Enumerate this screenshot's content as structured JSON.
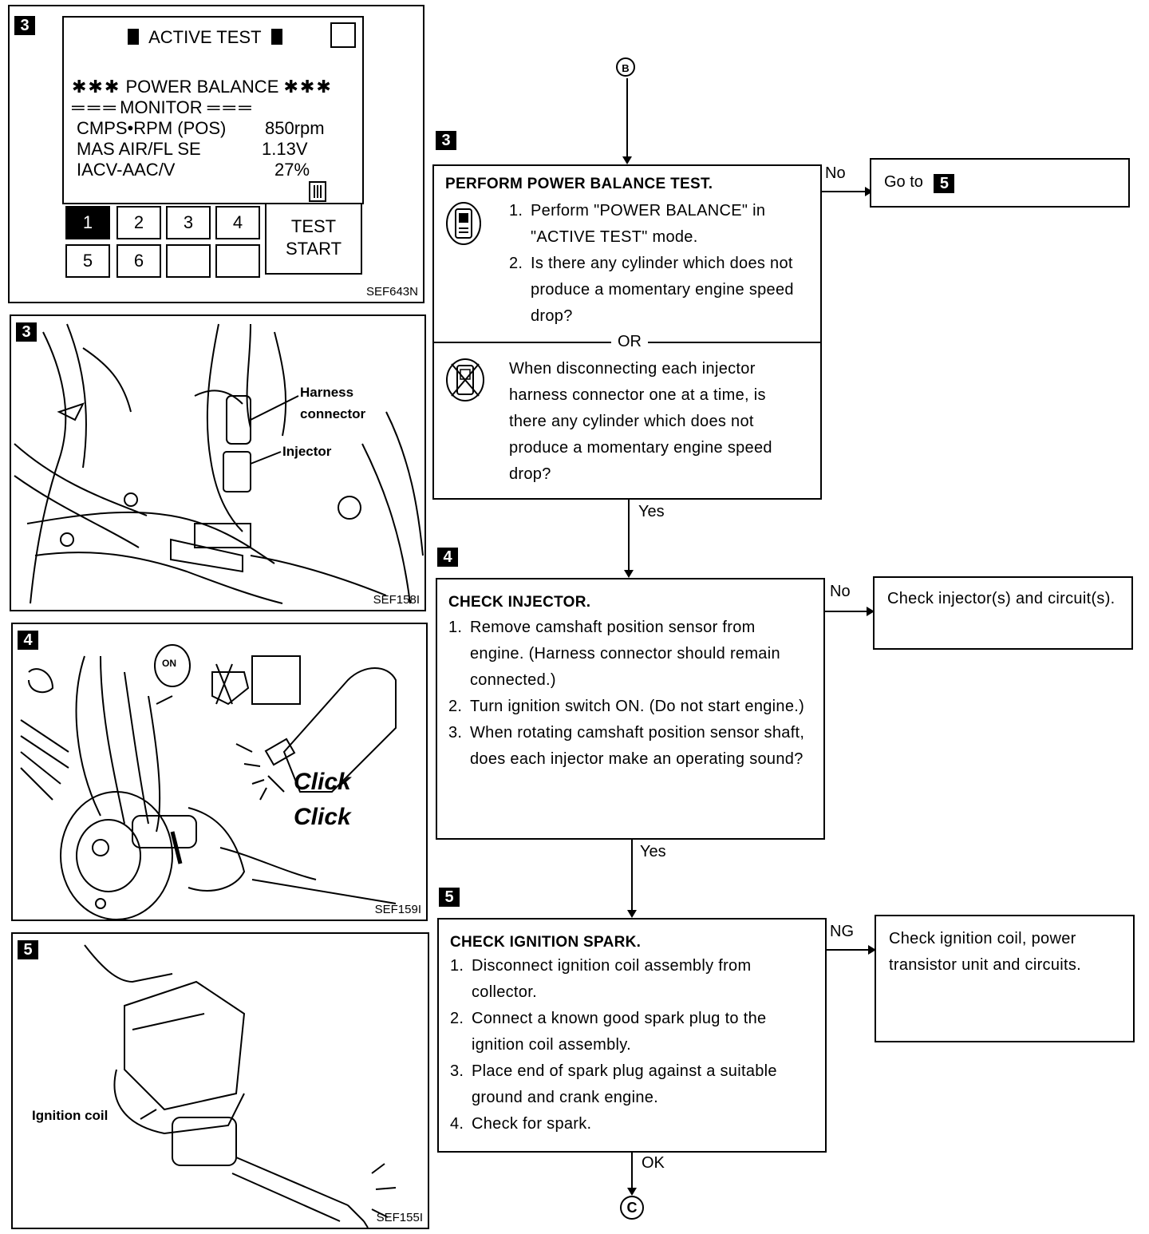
{
  "panels": {
    "p1": {
      "step": "3",
      "code": "SEF643N",
      "screen": {
        "title": "ACTIVE TEST",
        "heading": "POWER BALANCE",
        "monitor": "MONITOR",
        "rows": [
          {
            "name": "CMPS•RPM (POS)",
            "value": "850rpm"
          },
          {
            "name": "MAS AIR/FL SE",
            "value": "1.13V"
          },
          {
            "name": "IACV-AAC/V",
            "value": "27%"
          }
        ],
        "buttons": [
          "1",
          "2",
          "3",
          "4",
          "5",
          "6"
        ],
        "test_start": [
          "TEST",
          "START"
        ]
      }
    },
    "p2": {
      "step": "3",
      "code": "SEF158I",
      "labels": {
        "harness": [
          "Harness",
          "connector"
        ],
        "injector": "Injector"
      }
    },
    "p3": {
      "step": "4",
      "code": "SEF159I",
      "labels": {
        "key": "ON",
        "click": [
          "Click",
          "Click"
        ]
      }
    },
    "p4": {
      "step": "5",
      "code": "SEF155I",
      "labels": {
        "coil": "Ignition coil"
      }
    }
  },
  "flow": {
    "start_connector": "B",
    "end_connector": "C",
    "step3": {
      "badge": "3",
      "title": "PERFORM POWER BALANCE TEST.",
      "items": [
        {
          "n": "1.",
          "text": "Perform \"POWER BALANCE\" in \"ACTIVE TEST\" mode."
        },
        {
          "n": "2.",
          "text": "Is there any cylinder which does not produce a momentary engine speed drop?"
        }
      ],
      "or": "OR",
      "alt": "When disconnecting each injector harness connector one at a time, is there any cylinder which does not produce a momentary engine speed drop?",
      "no_label": "No",
      "no_target": "Go to",
      "no_target_badge": "5",
      "yes_label": "Yes"
    },
    "step4": {
      "badge": "4",
      "title": "CHECK INJECTOR.",
      "items": [
        {
          "n": "1.",
          "text": "Remove camshaft position sensor from engine. (Harness connector should remain connected.)"
        },
        {
          "n": "2.",
          "text": "Turn ignition switch ON. (Do not start engine.)"
        },
        {
          "n": "3.",
          "text": "When rotating camshaft position sensor shaft, does each injector make an operating sound?"
        }
      ],
      "no_label": "No",
      "no_target": "Check injector(s) and circuit(s).",
      "yes_label": "Yes"
    },
    "step5": {
      "badge": "5",
      "title": "CHECK IGNITION SPARK.",
      "items": [
        {
          "n": "1.",
          "text": "Disconnect ignition coil assembly from collector."
        },
        {
          "n": "2.",
          "text": "Connect a known good spark plug to the ignition coil assembly."
        },
        {
          "n": "3.",
          "text": "Place end of spark plug against a suitable ground and crank engine."
        },
        {
          "n": "4.",
          "text": "Check for spark."
        }
      ],
      "ng_label": "NG",
      "ng_target": "Check ignition coil, power transistor unit and circuits.",
      "ok_label": "OK"
    }
  }
}
